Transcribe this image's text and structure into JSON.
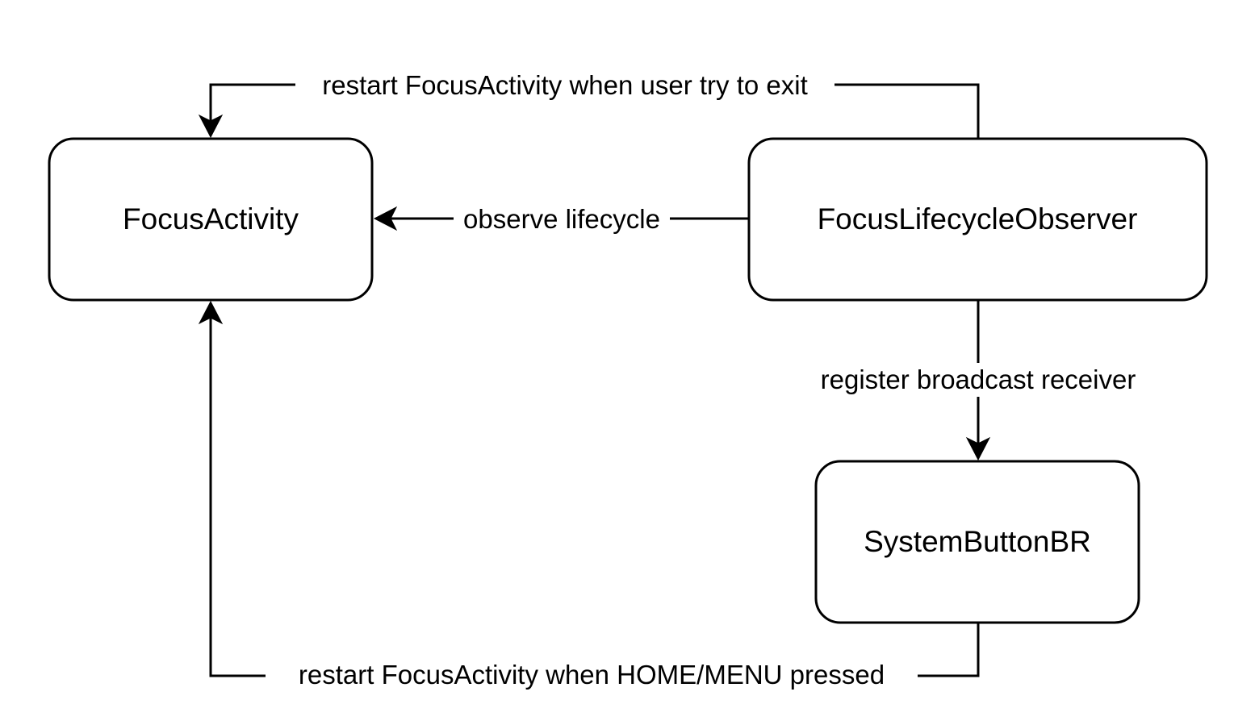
{
  "nodes": {
    "focus_activity": "FocusActivity",
    "focus_lifecycle_observer": "FocusLifecycleObserver",
    "system_button_br": "SystemButtonBR"
  },
  "edges": {
    "restart_on_exit": "restart FocusActivity when user try to exit",
    "observe_lifecycle": "observe lifecycle",
    "register_receiver": "register broadcast receiver",
    "restart_on_home_menu": "restart FocusActivity when HOME/MENU pressed"
  },
  "colors": {
    "stroke": "#000000",
    "fill": "#ffffff",
    "text": "#000000"
  }
}
